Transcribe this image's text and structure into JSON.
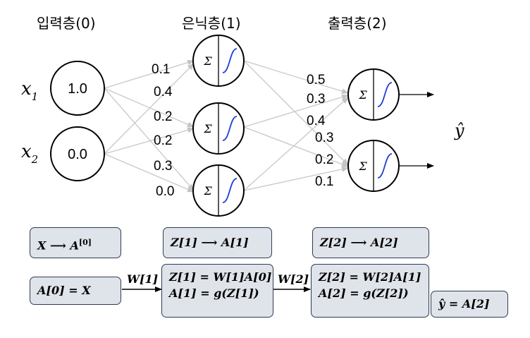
{
  "layer_titles": {
    "input": "입력층(0)",
    "hidden": "은닉층(1)",
    "output": "출력층(2)"
  },
  "inputs": [
    {
      "symbol": "x",
      "subscript": "1",
      "value": "1.0"
    },
    {
      "symbol": "x",
      "subscript": "2",
      "value": "0.0"
    }
  ],
  "neuron_symbol": "Σ",
  "output_label": "ŷ",
  "weights_layer1": [
    "0.1",
    "0.4",
    "0.2",
    "0.2",
    "0.3",
    "0.0"
  ],
  "weights_layer2": [
    "0.5",
    "0.3",
    "0.4",
    "0.3",
    "0.2",
    "0.1"
  ],
  "formulas": {
    "input_map": "X ⟶ A",
    "input_map_sup": "[0]",
    "hidden_map": "Z[1] ⟶ A[1]",
    "output_map": "Z[2]   ⟶ A[2]",
    "input_assign": "A[0] = X",
    "w1_label": "W[1]",
    "w2_label": "W[2]",
    "hidden_z": "Z[1] = W[1]A[0]",
    "hidden_a": "A[1] = g(Z[1])",
    "output_z": "Z[2] = W[2]A[1]",
    "output_a": "A[2] = g(Z[2])",
    "yhat_assign": "ŷ = A[2]"
  },
  "colors": {
    "sigmoid_curve": "#1f3fd6",
    "connection_line": "#c8c8c8",
    "box_fill": "#dfe3ea",
    "box_border": "#2f3d55"
  }
}
